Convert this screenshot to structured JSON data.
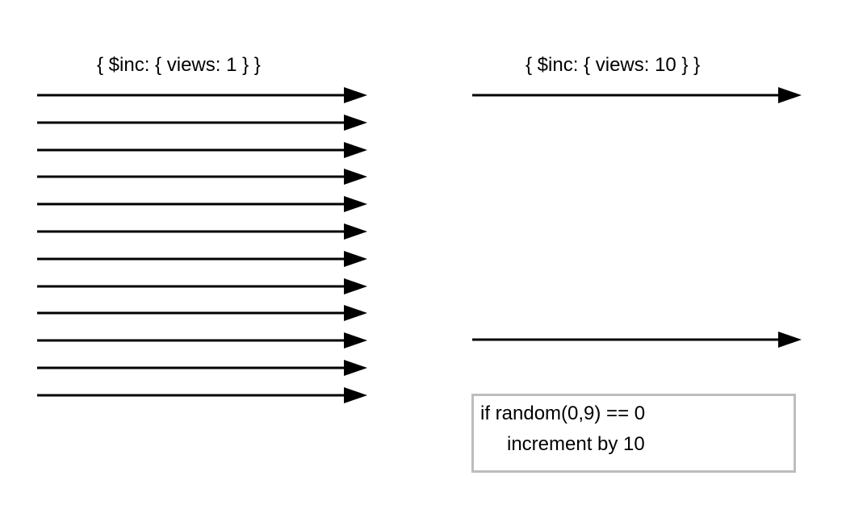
{
  "left_group": {
    "label": "{ $inc: { views: 1 } }",
    "arrow_count": 12
  },
  "right_group": {
    "label": "{ $inc: { views: 10 } }",
    "arrow_count": 2
  },
  "note": {
    "line1": "if random(0,9) == 0",
    "line2": "increment by 10"
  },
  "colors": {
    "arrow": "#000000",
    "note_border": "#bdbdbd"
  }
}
